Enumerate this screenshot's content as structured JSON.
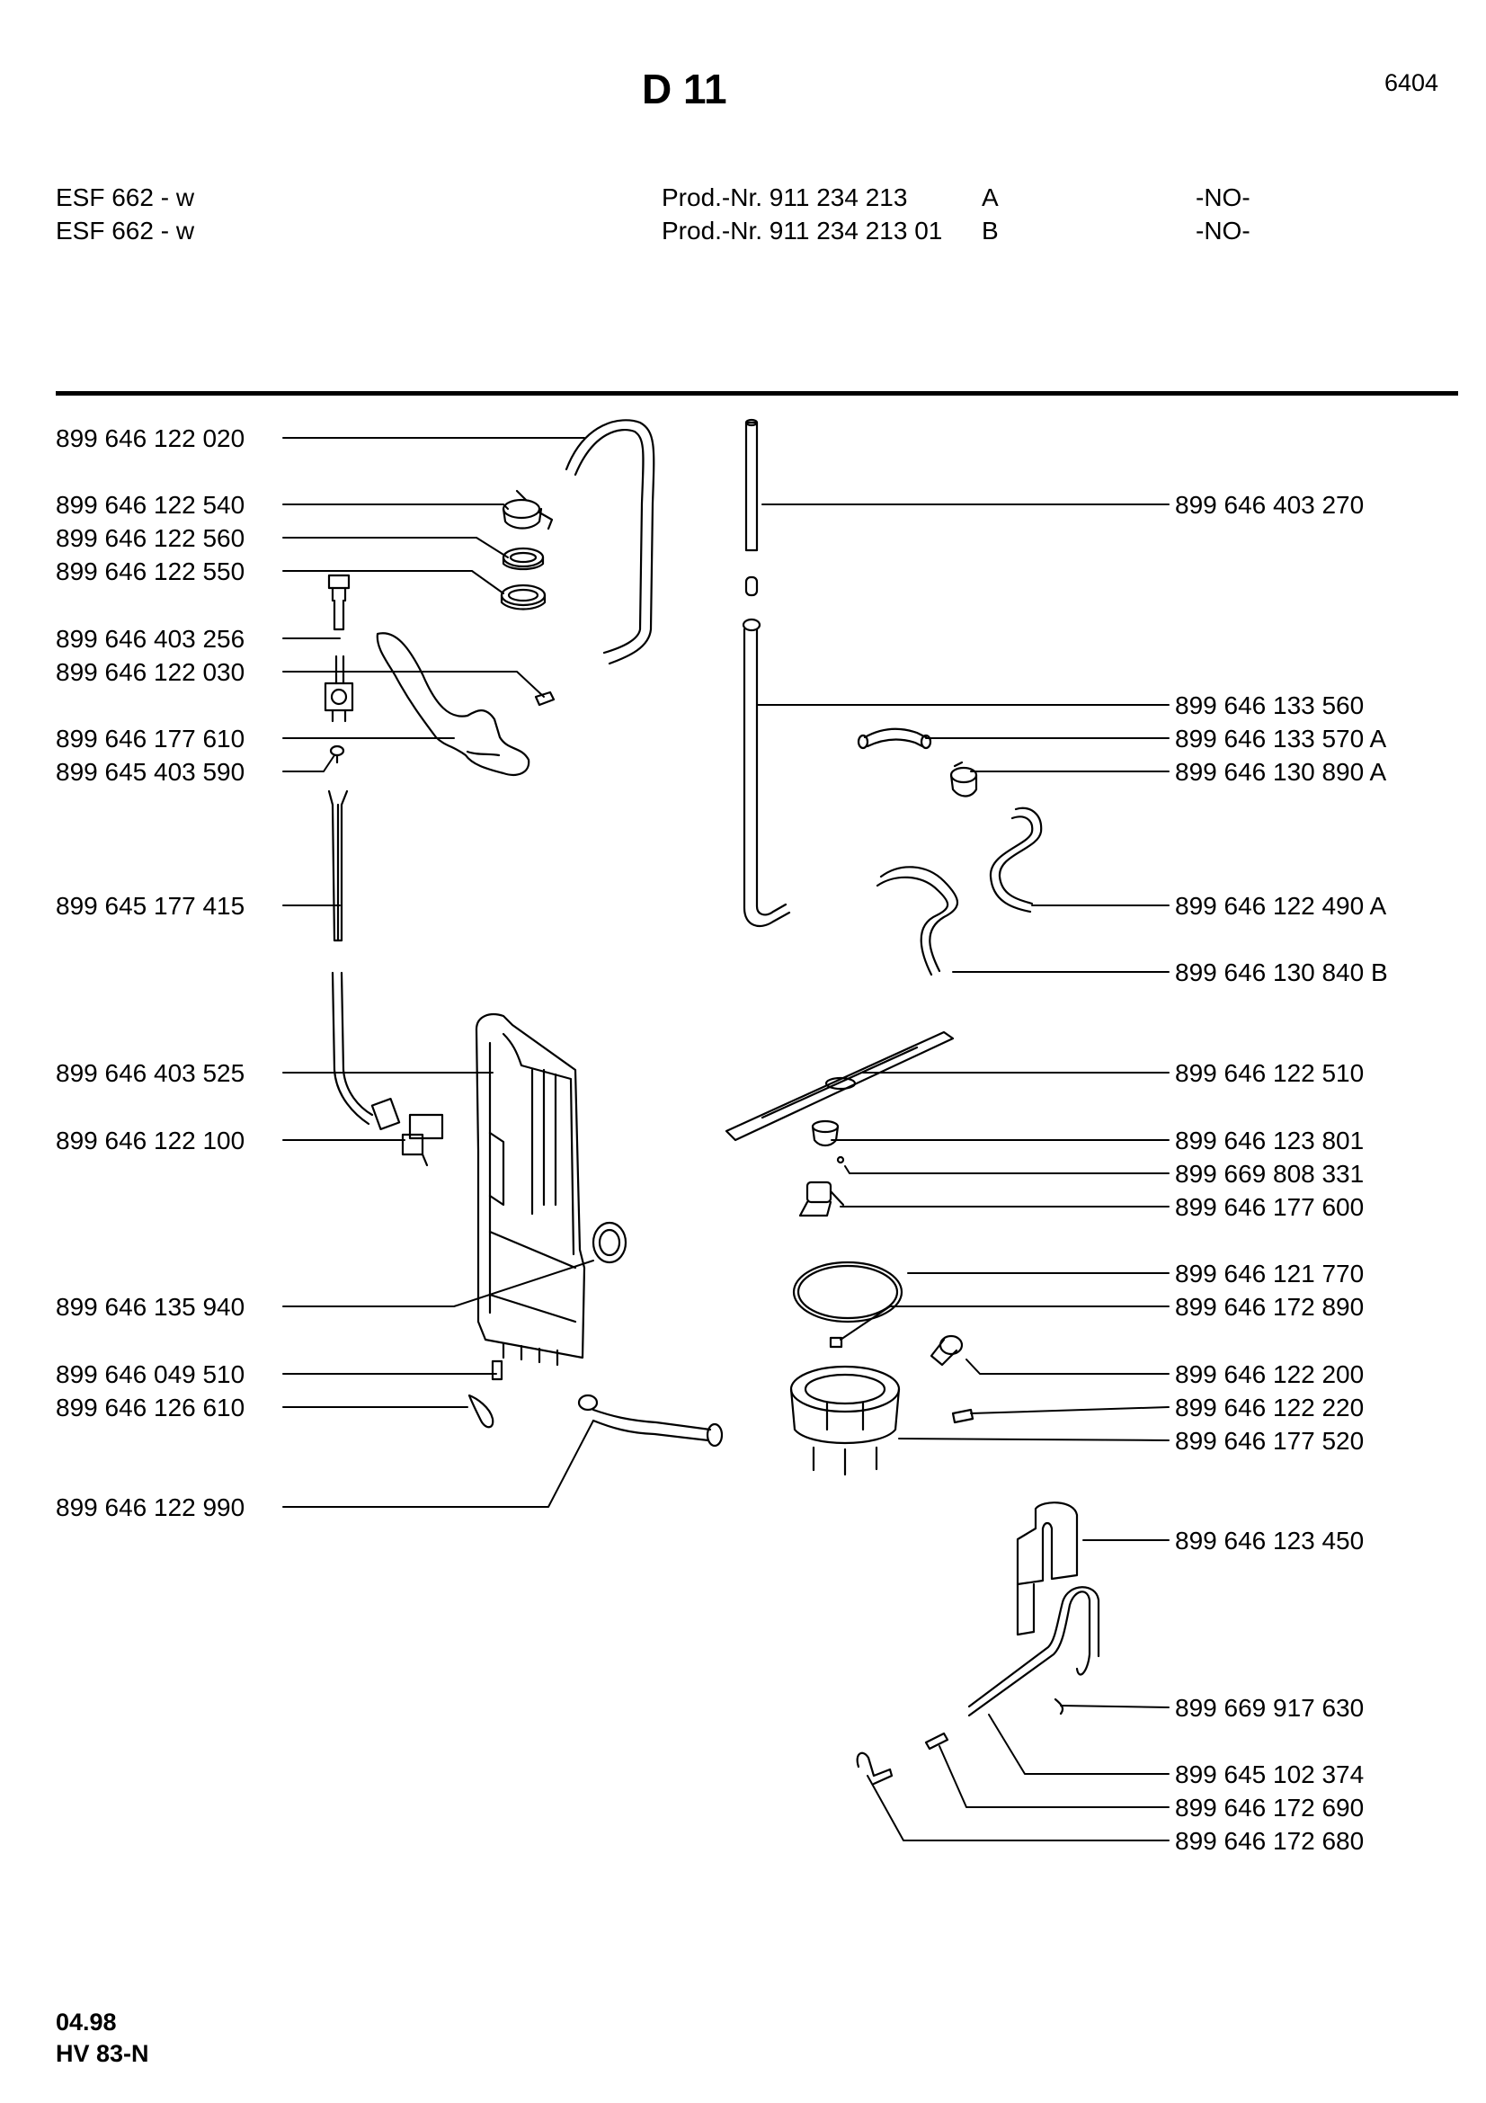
{
  "header": {
    "title": "D 11",
    "page_number": "6404",
    "models": [
      {
        "model": "ESF 662 - w",
        "prod": "Prod.-Nr. 911 234 213",
        "variant": "A",
        "code": "-NO-"
      },
      {
        "model": "ESF 662 - w",
        "prod": "Prod.-Nr. 911 234 213 01",
        "variant": "B",
        "code": "-NO-"
      }
    ]
  },
  "parts_left": [
    "899 646 122 020",
    "899 646 122 540",
    "899 646 122 560",
    "899 646 122 550",
    "899 646 403 256",
    "899 646 122 030",
    "899 646 177 610",
    "899 645 403 590",
    "899 645 177 415",
    "899 646 403 525",
    "899 646 122 100",
    "899 646 135 940",
    "899 646 049 510",
    "899 646 126 610",
    "899 646 122 990"
  ],
  "parts_right": [
    "899 646 403 270",
    "899 646 133 560",
    "899 646 133 570 A",
    "899 646 130 890 A",
    "899 646 122 490 A",
    "899 646 130 840 B",
    "899 646 122 510",
    "899 646 123 801",
    "899 669 808 331",
    "899 646 177 600",
    "899 646 121 770",
    "899 646 172 890",
    "899 646 122 200",
    "899 646 122 220",
    "899 646 177 520",
    "899 646 123 450",
    "899 669 917 630",
    "899 645 102 374",
    "899 646 172 690",
    "899 646 172 680"
  ],
  "footer": {
    "date": "04.98",
    "code": "HV 83-N"
  }
}
